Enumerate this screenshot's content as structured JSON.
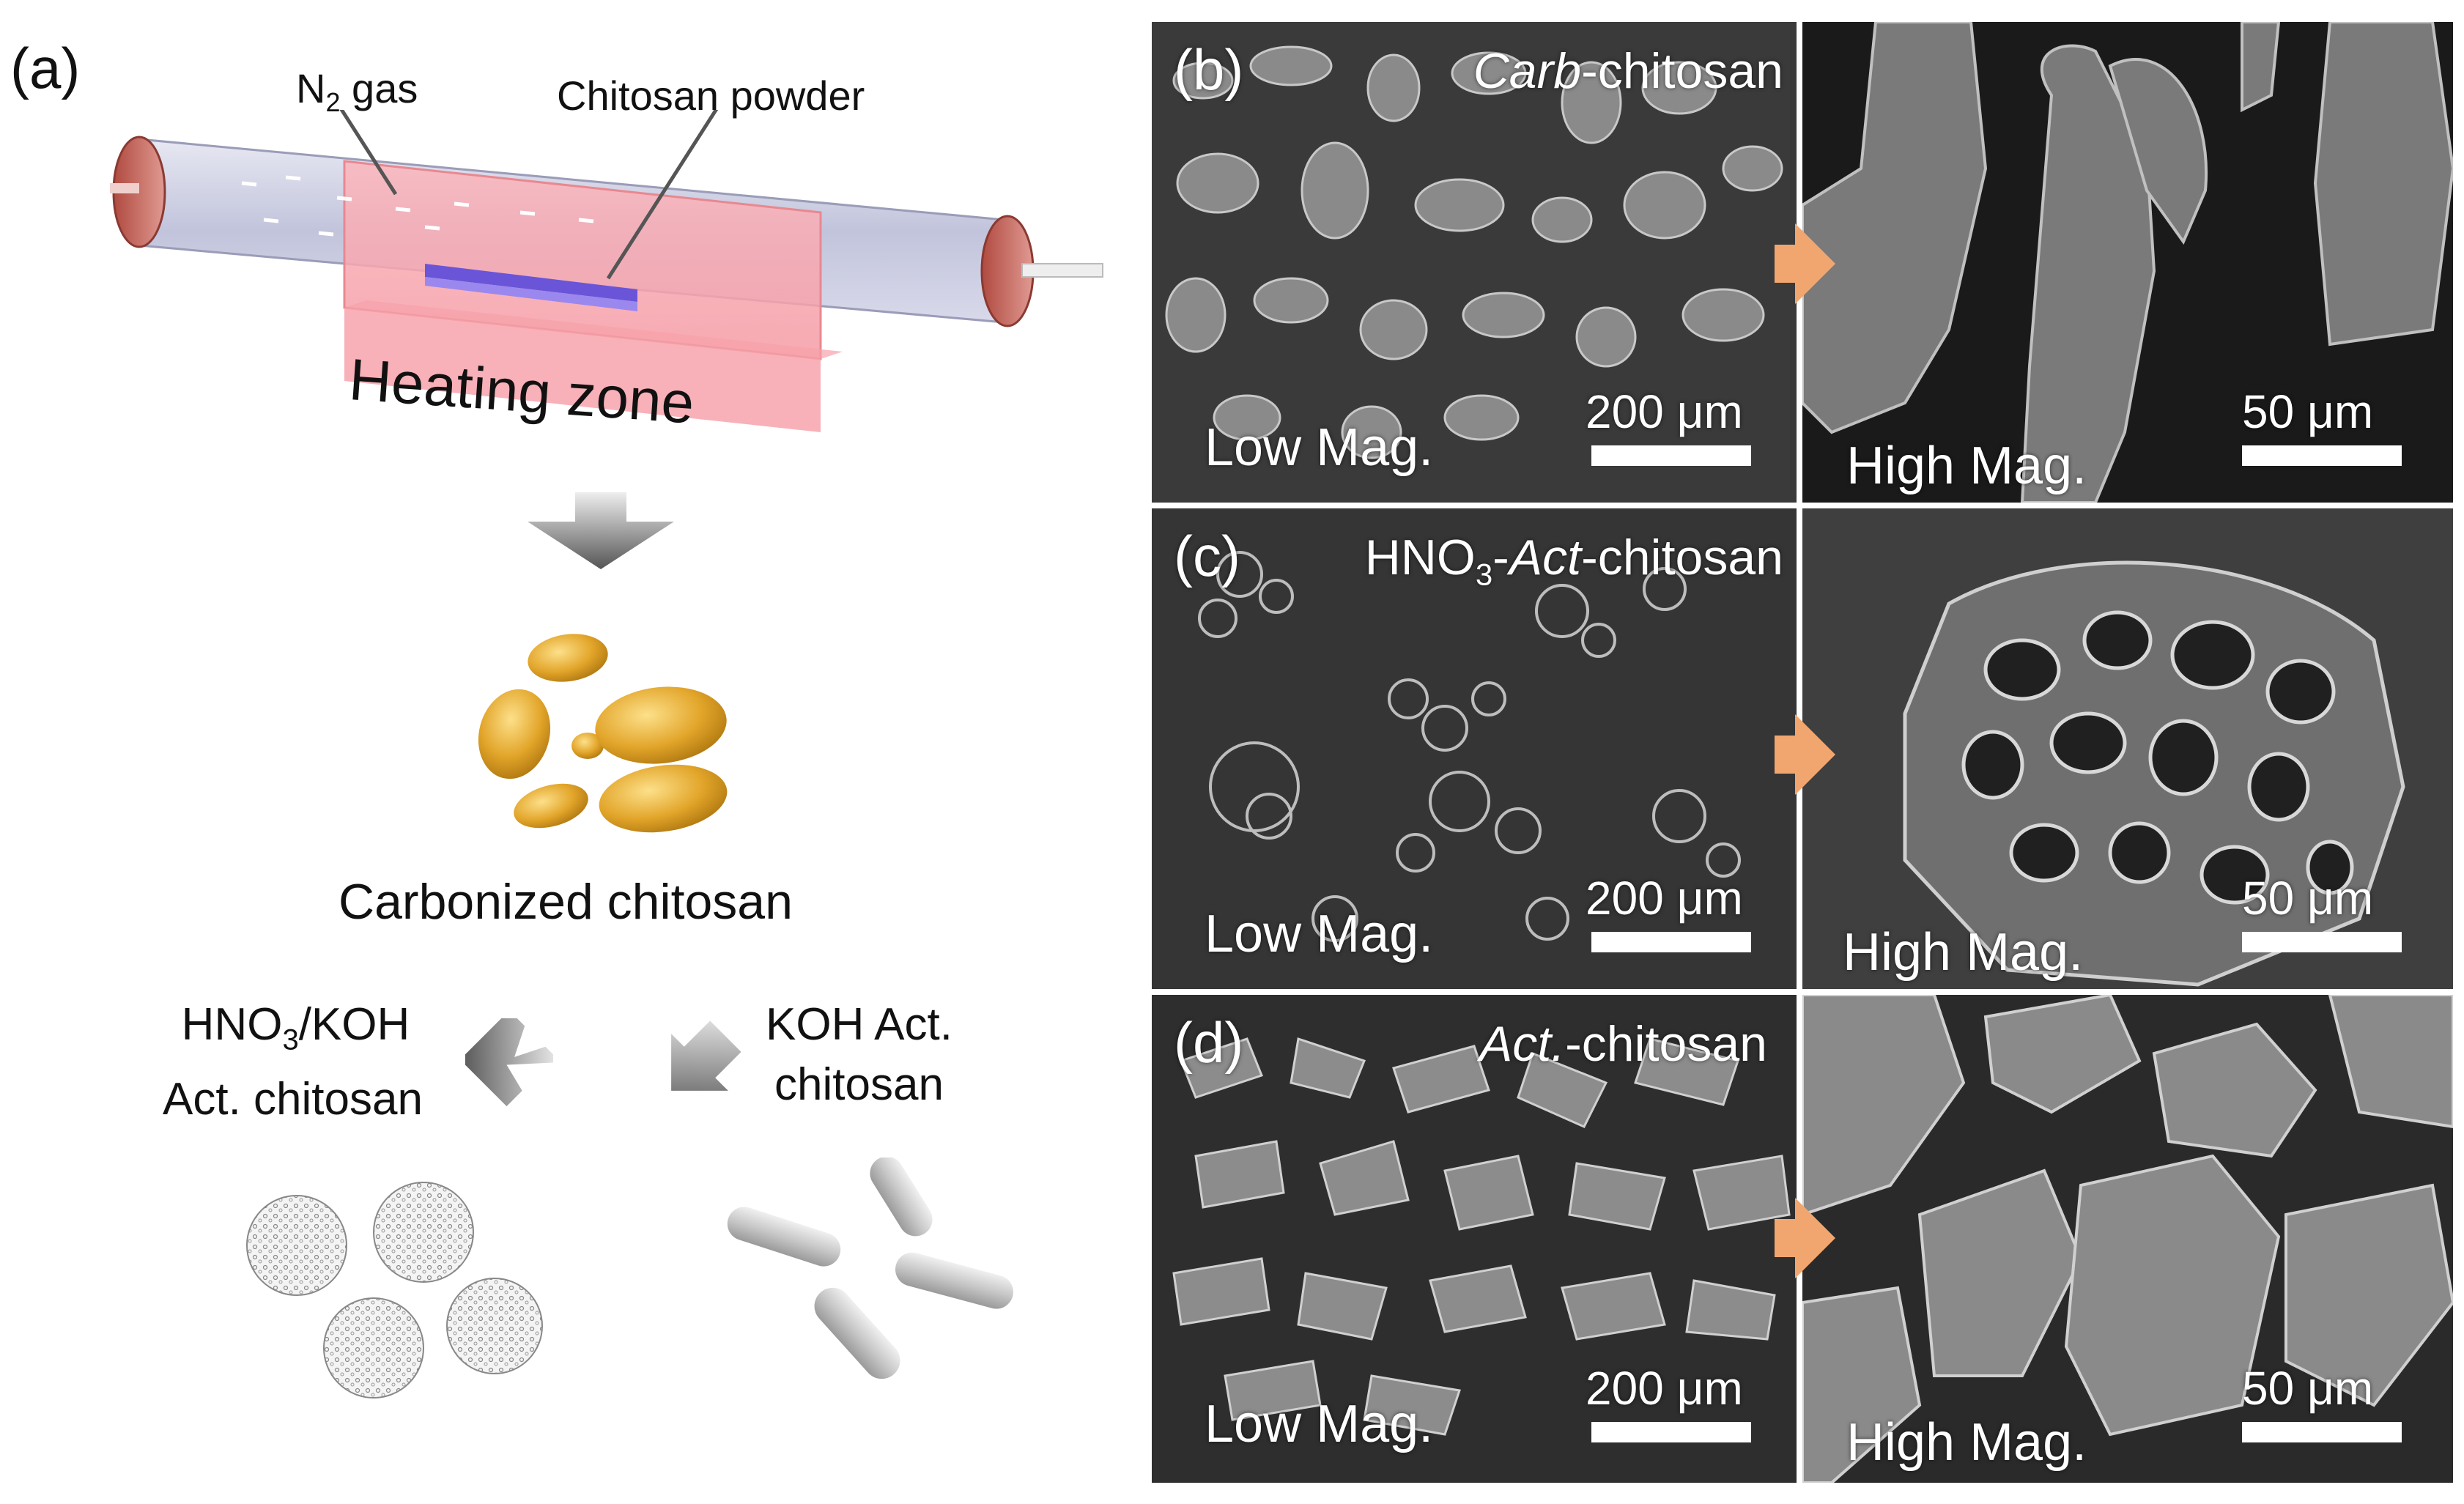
{
  "panel_a": {
    "label": "(a)",
    "n2_label": "N",
    "n2_sub": "2",
    "n2_rest": " gas",
    "powder_label": "Chitosan powder",
    "heating_label": "Heating zone",
    "carbonized_label": "Carbonized chitosan",
    "left_route_l1_a": "HNO",
    "left_route_l1_sub": "3",
    "left_route_l1_b": "/KOH",
    "left_route_l2": "Act. chitosan",
    "right_route_l1": "KOH Act.",
    "right_route_l2": "chitosan"
  },
  "sem_rows": [
    {
      "label": "(b)",
      "title_italic": "Carb",
      "title_rest": "-chitosan",
      "low_mag": "Low Mag.",
      "high_mag": "High Mag.",
      "scale_low": "200 μm",
      "scale_high": "50 μm"
    },
    {
      "label": "(c)",
      "title_pre": "HNO",
      "title_sub": "3",
      "title_dash": "-",
      "title_italic": "Act",
      "title_rest": "-chitosan",
      "low_mag": "Low Mag.",
      "high_mag": "High Mag.",
      "scale_low": "200 μm",
      "scale_high": "50 μm"
    },
    {
      "label": "(d)",
      "title_italic": "Act.",
      "title_rest": "-chitosan",
      "low_mag": "Low Mag.",
      "high_mag": "High Mag.",
      "scale_low": "200 μm",
      "scale_high": "50 μm"
    }
  ],
  "colors": {
    "arrow": "#f2a66f",
    "heating_zone": "#f8a8ae",
    "particles": "#e6a92a",
    "tube": "#c9cbe0"
  }
}
